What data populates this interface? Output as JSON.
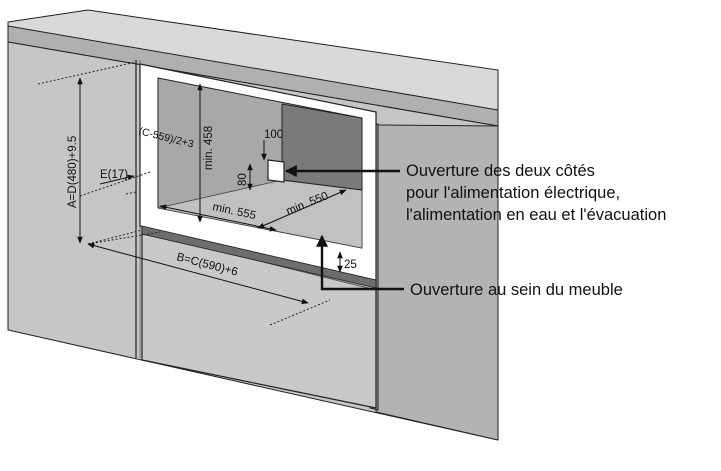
{
  "colors": {
    "cabinet_front": "#c6c6c6",
    "cabinet_side": "#b3b3b3",
    "countertop_top": "#d9d9d9",
    "countertop_front": "#b0b0b0",
    "niche_back": "#a8a8a8",
    "niche_right_wall": "#7a7a7a",
    "niche_floor": "#c1c1c1",
    "frame": "#ffffff",
    "outline": "#222222"
  },
  "dimensions": {
    "a": "A=D(480)+9.5",
    "b": "B=C(590)+6",
    "c": "(C-559)/2+3",
    "e": "E(17)",
    "min_height": "min. 458",
    "min_width": "min. 555",
    "min_depth": "min. 550",
    "opening_height": "80",
    "opening_width": "100",
    "gap": "25"
  },
  "callouts": {
    "side_opening": [
      "Ouverture des deux côtés",
      "pour l'alimentation électrique,",
      "l'alimentation en eau et l'évacuation"
    ],
    "cabinet_opening": "Ouverture au sein du meuble"
  }
}
